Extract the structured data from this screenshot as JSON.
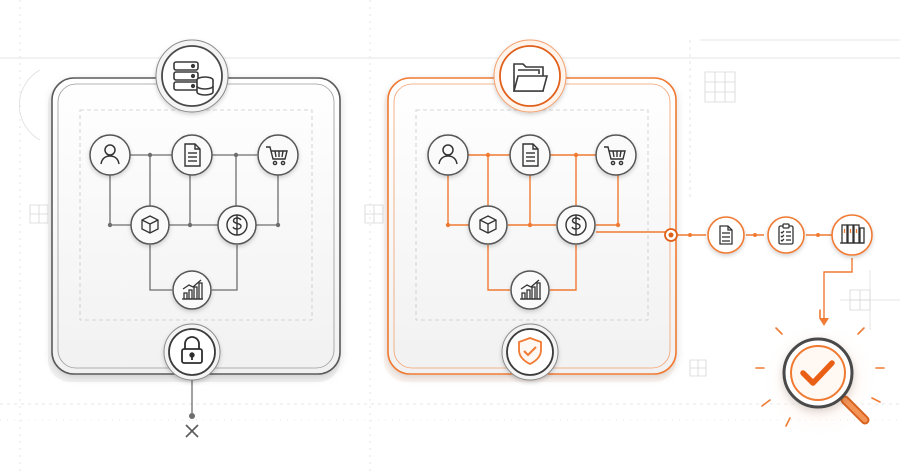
{
  "colors": {
    "ink": "#6b6b6b",
    "ink_dark": "#3a3a3a",
    "accent": "#f07a32",
    "accent_dark": "#e0601a",
    "grid": "#dcdcdc",
    "paper": "#f7f7f7"
  },
  "left_system": {
    "header_icon": "database-icon",
    "nodes": [
      {
        "id": "user",
        "icon": "user-icon"
      },
      {
        "id": "document",
        "icon": "document-icon"
      },
      {
        "id": "cart",
        "icon": "shopping-cart-icon"
      },
      {
        "id": "box",
        "icon": "package-icon"
      },
      {
        "id": "money",
        "icon": "dollar-icon"
      },
      {
        "id": "chart",
        "icon": "bar-chart-icon"
      }
    ],
    "footer_icon": "padlock-icon",
    "exit_marker": "x-mark-icon"
  },
  "right_system": {
    "header_icon": "folder-icon",
    "nodes": [
      {
        "id": "user",
        "icon": "user-icon"
      },
      {
        "id": "document",
        "icon": "document-icon"
      },
      {
        "id": "cart",
        "icon": "shopping-cart-icon"
      },
      {
        "id": "box",
        "icon": "package-icon"
      },
      {
        "id": "money",
        "icon": "dollar-icon"
      },
      {
        "id": "chart",
        "icon": "bar-chart-icon"
      }
    ],
    "footer_icon": "shield-check-icon"
  },
  "audit_chain": {
    "steps": [
      "document-icon",
      "clipboard-checklist-icon",
      "archive-binders-icon"
    ],
    "result_icon": "magnifier-check-icon"
  }
}
